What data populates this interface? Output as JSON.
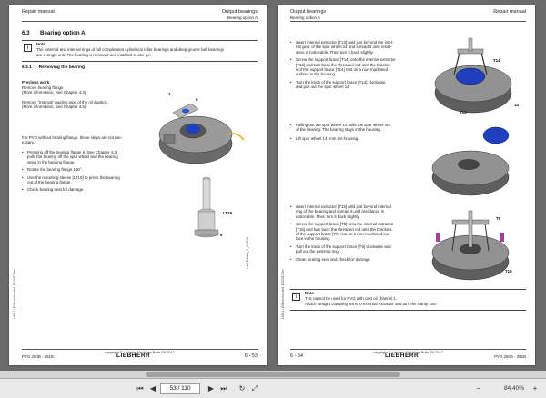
{
  "left_page": {
    "header_left": "Repair manual",
    "header_right": "Output bearings",
    "header_sub": "Bearing option A",
    "section_number": "6.3",
    "section_title": "Bearing option A",
    "note_title": "Note",
    "note_text_1": "The external and internal rings of full complement cylindrical roller bearings and deep groove ball bearings",
    "note_text_2": "are a single unit. The bearing is removed and installed in one go.",
    "subsection": "6.3.1      Removing the bearing",
    "prev_work_title": "Previous work",
    "prev_work_1": "Remove bearing flange",
    "prev_work_2": "(More information, See Chapter 4.3)",
    "prev_work_3": "Remove \"internal\" guiding pipe of the oil dipstick.",
    "prev_work_4": "(More information, See Chapter 4.5)",
    "pvg_text_1": "For PVG without bearing flange, these steps are not nec-",
    "pvg_text_2": "essary.",
    "bullets": [
      [
        "Pressing off the bearing flange 6 (See Chapter 4.3)",
        "pulls the bearing off the spur wheel and the bearing",
        "stays in the bearing flange."
      ],
      [
        "Rotate the bearing flange 180°."
      ],
      [
        "Use the mounting sleeve [LT19] to press the bearing",
        "out of the bearing flange."
      ],
      [
        "Check bearing seat for damage."
      ]
    ],
    "fig_label_2": "2",
    "fig_label_6": "6",
    "fig_label_lt19": "LT19",
    "fig_label_6b": "6",
    "side_text_1": "LW01 / Edition/Issued: 10/2017/en",
    "side_text_2": "Last Edited_1_u/2018",
    "footer_left": "PVG 250B - 351B",
    "footer_center": "copyright © Liebherr Machines Bulle SA 2017",
    "footer_logo": "LIEBHERR",
    "footer_right": "6 - 53"
  },
  "right_page": {
    "header_left": "Output bearings",
    "header_right": "Repair manual",
    "header_sub": "Bearing option A",
    "bullets_a": [
      [
        "Insert internal extractor [T13] until just beyond the inter-",
        "nal gear of the spur wheel 14 and spread it until resist-",
        "ance is noticeable. Then turn it back slightly."
      ],
      [
        "Screw the support brace [T14] onto the internal extractor",
        "[T13] and turn back the threaded rod until the bracket-",
        "s of the support brace [T14] rest on a non-machined",
        "surface in the housing."
      ],
      [
        "Turn the knob of the support brace [T14] clockwise",
        "and pull out the spur wheel 14"
      ]
    ],
    "bullets_b": [
      [
        "Pulling out the spur wheel 14 pulls the spur wheel out",
        "of the bearing. The bearing stays in the housing."
      ],
      [
        "Lift spur wheel 14 from the housing."
      ]
    ],
    "bullets_c": [
      [
        "Insert internal extractor [T15] until just beyond internal",
        "ring of the bearing and spread it until resistance is",
        "noticeable. Then turn it back slightly."
      ],
      [
        "Screw the support brace [T9] onto the internal extractor",
        "[T15] and turn back the threaded rod until the brackets",
        "of the support brace [T9] rest on a non-machined sur-",
        "face in the housing."
      ],
      [
        "Turn the knob of the support brace [T9] clockwise and",
        "pull out the external ring."
      ],
      [
        "Clean bearing seat and check for damage."
      ]
    ],
    "note_title": "Note",
    "note_text_1": "T15 cannot be used for PVG with cast oil channel 1.",
    "note_text_2": "Attach straight clamping arms to external extractor and turn the clamp 180°.",
    "fig_label_t14": "T14",
    "fig_label_14": "14",
    "fig_label_t13": "T13",
    "fig_label_t9": "T9",
    "fig_label_t15": "T15",
    "side_text_1": "LW01 / Edition/Issued: 10/2017/en",
    "footer_left": "6 - 54",
    "footer_center": "copyright © Liebherr Machines Bulle SA 2017",
    "footer_logo": "LIEBHERR",
    "footer_right": "PVG 250B - 351B"
  },
  "toolbar": {
    "page_value": "53 / 110",
    "zoom": "84.40%"
  },
  "colors": {
    "housing": "#8c8c8c",
    "blue_part": "#1f3fbf",
    "yellow_cable": "#d4b020"
  }
}
